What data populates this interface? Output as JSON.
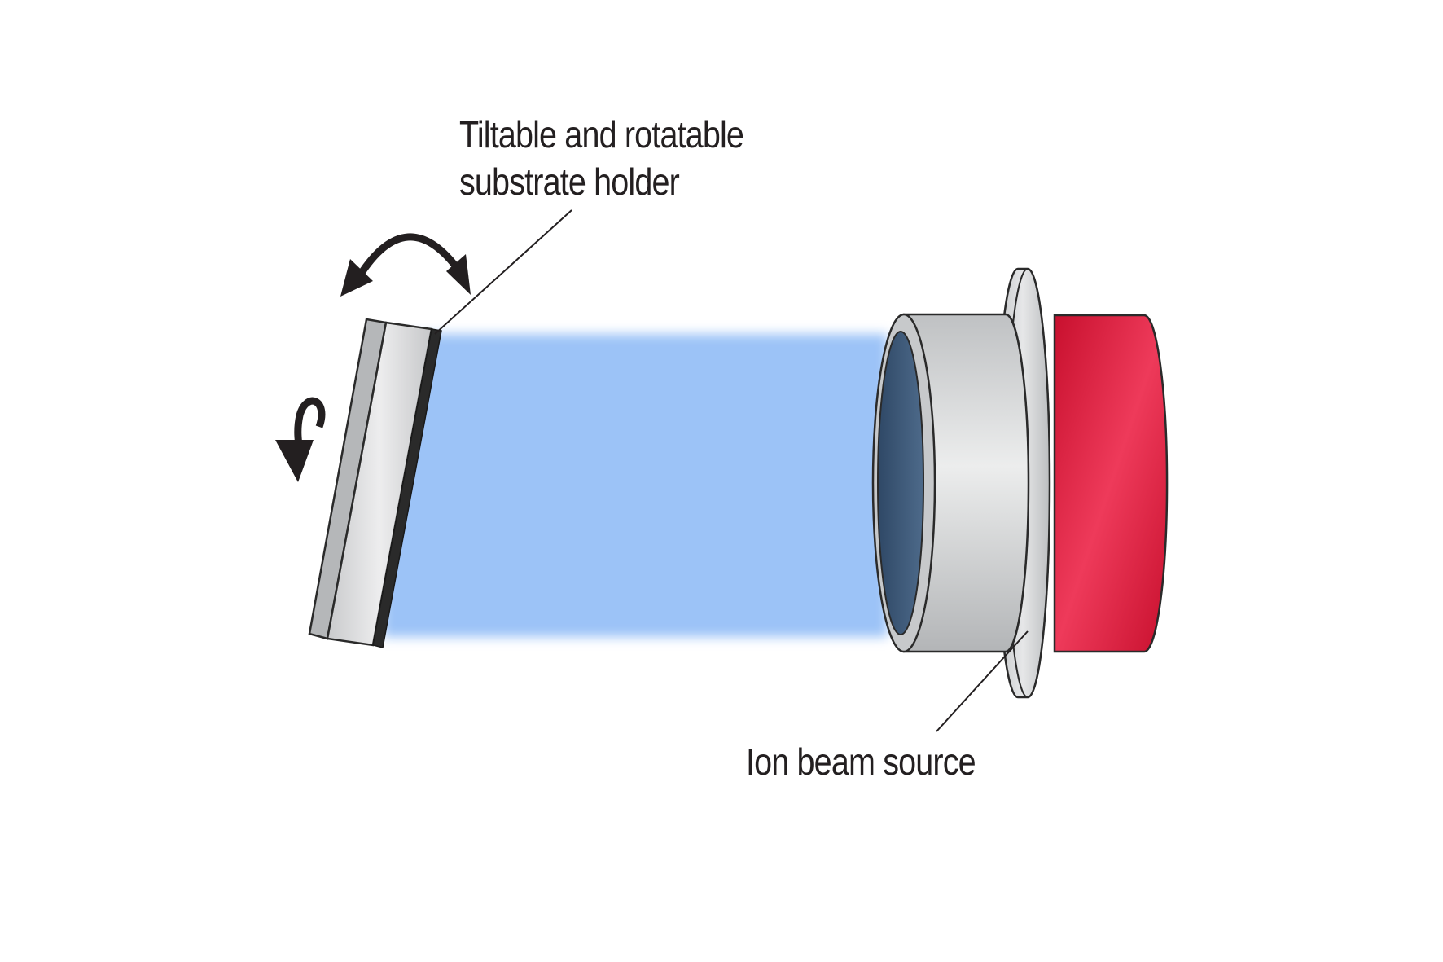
{
  "diagram": {
    "labels": {
      "substrate_holder_line1": "Tiltable and rotatable",
      "substrate_holder_line2": "substrate holder",
      "ion_beam_source": "Ion beam source"
    },
    "colors": {
      "background": "#ffffff",
      "ion_beam": "#9cc3f7",
      "holder_face": "#d9dadb",
      "holder_edge": "#2a2a2a",
      "source_body_silver": "#cfd1d3",
      "source_aperture": "#3d5978",
      "source_rear_red": "#d9182b",
      "label_text": "#231f20",
      "arrows": "#231f20"
    },
    "icons": {
      "tilt_motion": "curved-double-arrow-icon",
      "rotation_motion": "rotate-arrow-icon"
    }
  }
}
